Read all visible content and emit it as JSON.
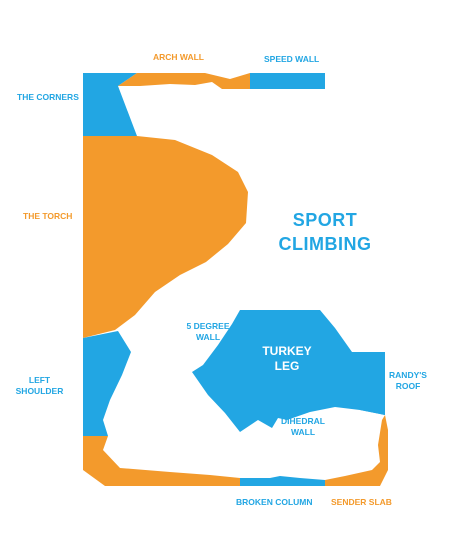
{
  "colors": {
    "blue": "#22A6E3",
    "orange": "#F39A2C",
    "background": "#FFFFFF"
  },
  "title": "SPORT\nCLIMBING",
  "areas": {
    "arch_wall": "ARCH WALL",
    "speed_wall": "SPEED WALL",
    "the_corners": "THE CORNERS",
    "the_torch": "THE TORCH",
    "five_degree_wall": "5 DEGREE\nWALL",
    "turkey_leg": "TURKEY\nLEG",
    "randys_roof": "RANDY'S\nROOF",
    "left_shoulder": "LEFT\nSHOULDER",
    "dihedral_wall": "DIHEDRAL\nWALL",
    "broken_column": "BROKEN COLUMN",
    "sender_slab": "SENDER SLAB"
  }
}
